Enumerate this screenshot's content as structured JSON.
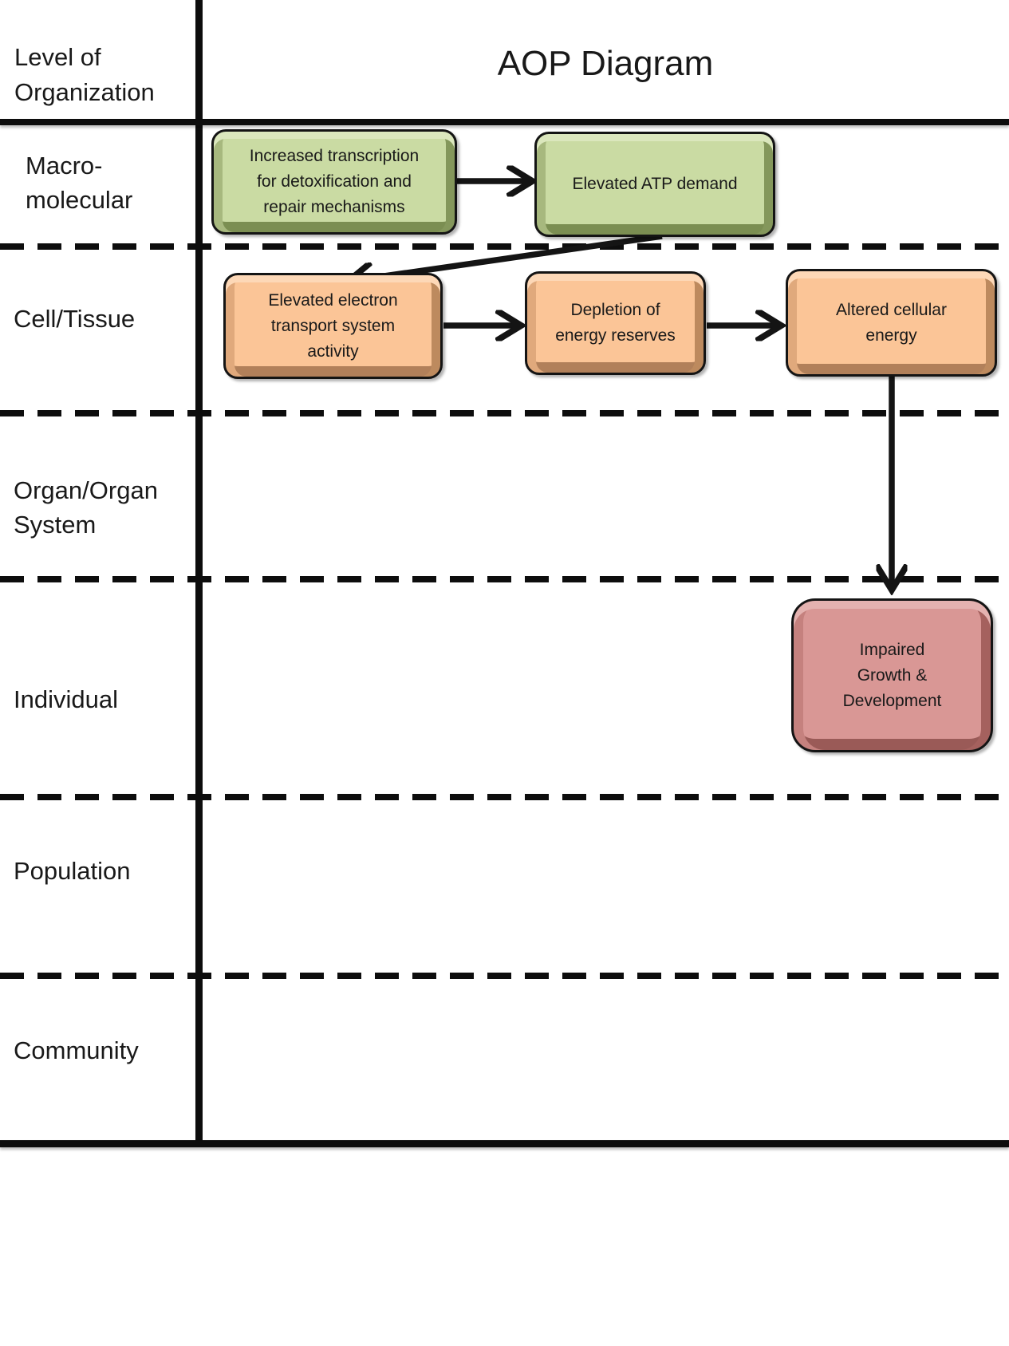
{
  "header": {
    "left_label": "Level of\nOrganization",
    "title": "AOP Diagram"
  },
  "rows": [
    {
      "label": "Macro-\nmolecular"
    },
    {
      "label": "Cell/Tissue"
    },
    {
      "label": "Organ/Organ\nSystem"
    },
    {
      "label": "Individual"
    },
    {
      "label": "Population"
    },
    {
      "label": "Community"
    }
  ],
  "nodes": [
    {
      "id": "increased-transcription",
      "row": "Macro-molecular",
      "label": "Increased transcription\nfor detoxification and\nrepair mechanisms",
      "fill": "#cadba3"
    },
    {
      "id": "elevated-atp-demand",
      "row": "Macro-molecular",
      "label": "Elevated ATP demand",
      "fill": "#cadba3"
    },
    {
      "id": "elevated-electron-transport",
      "row": "Cell/Tissue",
      "label": "Elevated electron\ntransport system\nactivity",
      "fill": "#fbc597"
    },
    {
      "id": "depletion-energy-reserves",
      "row": "Cell/Tissue",
      "label": "Depletion of\nenergy reserves",
      "fill": "#fbc597"
    },
    {
      "id": "altered-cellular-energy",
      "row": "Cell/Tissue",
      "label": "Altered cellular\nenergy",
      "fill": "#fbc597"
    },
    {
      "id": "impaired-growth-development",
      "row": "Individual",
      "label": "Impaired\nGrowth &\nDevelopment",
      "fill": "#d99795"
    }
  ],
  "colors": {
    "line": "#0d0d0d",
    "node_border": "#141414",
    "green_fill": "#cadba3",
    "green_dark": "#7b8e52",
    "green_light": "#dbe7bd",
    "orange_fill": "#fbc597",
    "orange_dark": "#b1805a",
    "orange_light": "#fdd8b7",
    "red_fill": "#d99795",
    "red_dark": "#9a5a57",
    "red_light": "#e4b2b0",
    "text": "#191919"
  }
}
